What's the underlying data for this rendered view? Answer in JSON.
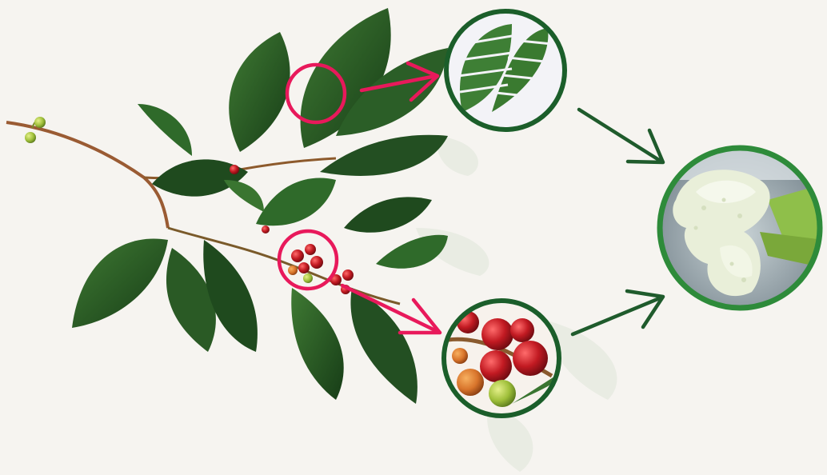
{
  "colors": {
    "background": "#f6f4f0",
    "leaf_dark": "#1f4a1e",
    "leaf_mid": "#2f6a2a",
    "leaf_light": "#4f8a3f",
    "leaf_faded": "#dfe6d8",
    "stem": "#9a5b33",
    "highlight_ring": "#e8195b",
    "dark_green_ring": "#1b5e2a",
    "bright_green_ring": "#2e8b3a",
    "arrow_green": "#1f5b2c",
    "berry_red": "#c21a22",
    "berry_orange": "#d8742b",
    "berry_green": "#9fbf3a",
    "callus_white": "#e9efd9"
  },
  "icons": {
    "leaf_highlight": "circle-highlight-icon",
    "berry_highlight": "circle-highlight-icon",
    "arrows": "arrow-right-icon"
  },
  "panels": {
    "leaf_cuttings": "leaf-explant-image",
    "berries": "coffee-berries-image",
    "callus": "callus-tissue-image"
  }
}
